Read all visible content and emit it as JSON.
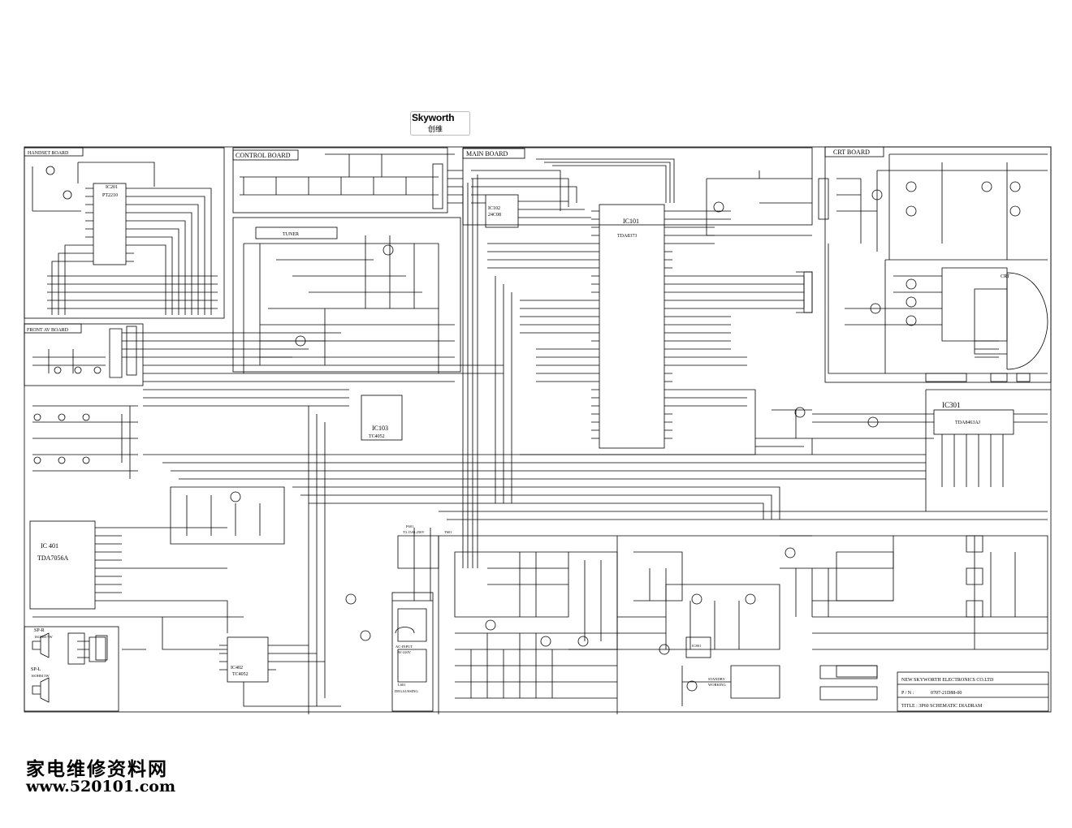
{
  "logo": {
    "brand": "Skyworth",
    "chinese": "创维"
  },
  "boards": {
    "handset": "HANDSET BOARD",
    "control": "CONTROL BOARD",
    "main": "MAIN BOARD",
    "crt": "CRT BOARD",
    "front_av": "FRONT AV BOARD",
    "tuner": "TUNER"
  },
  "ics": {
    "ic101": "IC101",
    "ic101_part": "TDA8373",
    "ic102": "IC102",
    "ic102_part": "24C08",
    "ic103": "IC103",
    "ic103_part": "TC4052",
    "ic201": "IC201",
    "ic201_part": "PT2210",
    "ic301": "IC301",
    "ic301_part": "TDA8463AJ",
    "ic401": "IC 401",
    "ic401_part": "TDA7056A",
    "ic402": "IC402",
    "ic402_part": "TC4052",
    "ic801": "IC801"
  },
  "labels": {
    "crt": "CRT",
    "sp_r": "SP-R",
    "sp_r_spec": "16OHM 5W",
    "sp_l": "SP-L",
    "sp_l_spec": "16OHM 5W",
    "ac_input": "AC-INPUT",
    "ac_spec": "AV-220V",
    "l601": "L601",
    "degaussing": "DEGAUSSING",
    "fuse": "F601",
    "fuse_spec": "T3.15AL250V",
    "t601": "T601",
    "standby": "STANDBY",
    "working": "WORKING"
  },
  "title_block": {
    "company": "NEW SKYWORTH ELECTRONICS CO.LTD",
    "pn_label": "P / N :",
    "pn_value": "0707-21D88-00",
    "title": "TITLE : 3P60 SCHEMATIC DIADRAM"
  },
  "watermark": {
    "chinese": "家电维修资料网",
    "url": "www.520101.com"
  }
}
